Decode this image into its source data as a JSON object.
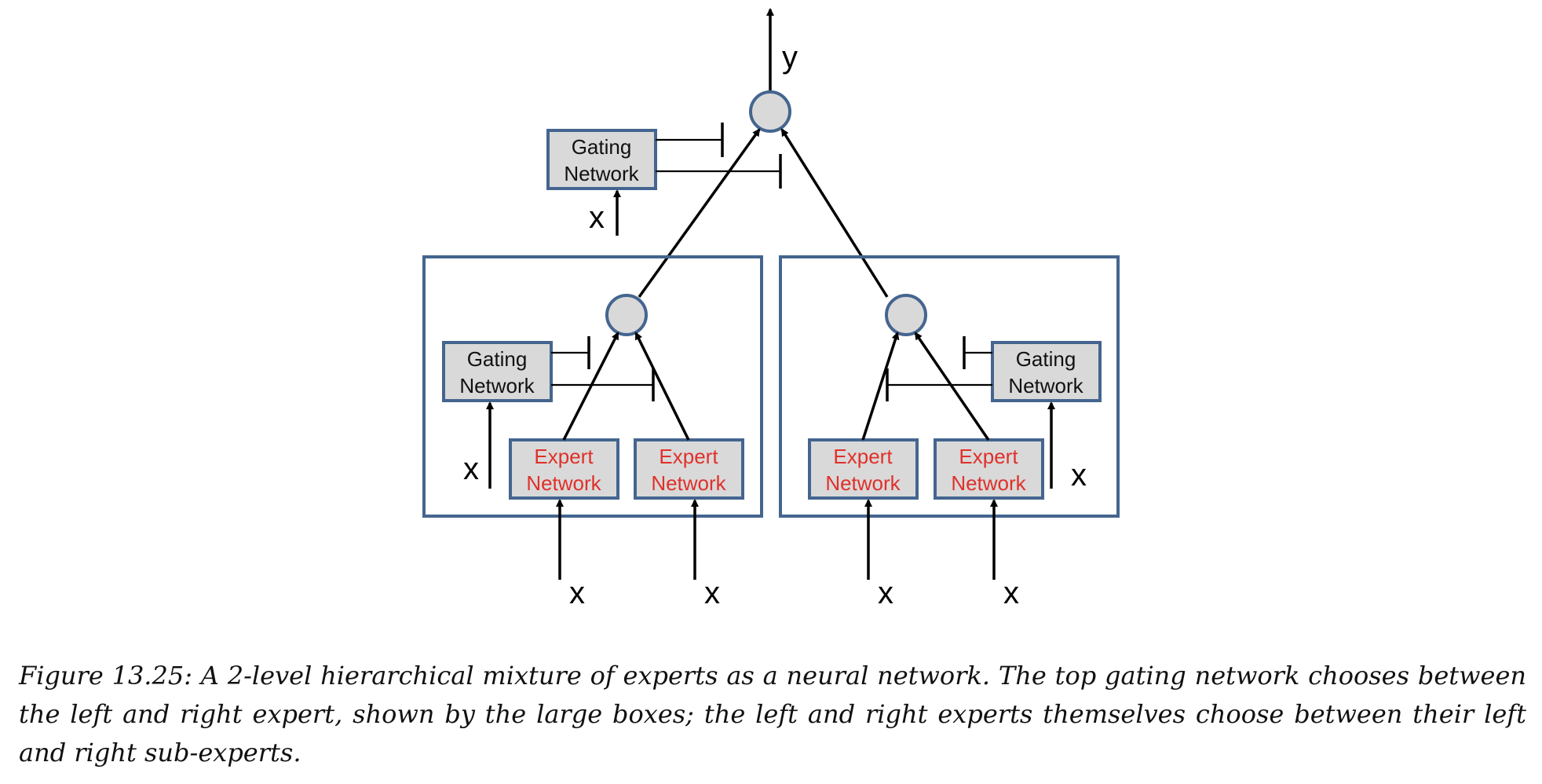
{
  "diagram": {
    "output_label": "y",
    "input_label": "x",
    "gating": {
      "line1": "Gating",
      "line2": "Network"
    },
    "expert": {
      "line1": "Expert",
      "line2": "Network"
    },
    "colors": {
      "box_border": "#44658f",
      "box_fill": "#d9d9d9",
      "expert_text": "#e0302a"
    }
  },
  "caption": "Figure 13.25: A 2-level hierarchical mixture of experts as a neural network. The top gating network chooses between the left and right expert, shown by the large boxes; the left and right experts themselves choose between their left and right sub-experts."
}
